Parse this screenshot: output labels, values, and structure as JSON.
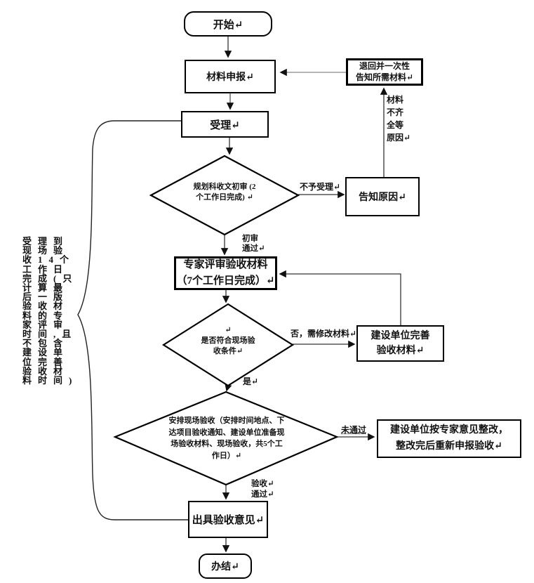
{
  "diagram": {
    "nodes": {
      "start": {
        "label": "开始↵"
      },
      "declare": {
        "label": "材料申报↵"
      },
      "return_materials": {
        "label": "退回并一次性\n告知所需材料↵"
      },
      "accept": {
        "label": "受理↵"
      },
      "initial_review": {
        "label": "规划科收文初审 (2\n个工作日完成) ↵"
      },
      "inform_reason": {
        "label": "告知原因↵"
      },
      "expert_review": {
        "label": "专家评审验收材料\n（7个工作日完成）↵"
      },
      "site_condition_check": {
        "label": "↵\n是否符合现场验\n收条件↵"
      },
      "improve_materials": {
        "label": "建设单位完善\n验收材料↵"
      },
      "site_acceptance": {
        "label": "安排现场验收（安排时间地点、下\n达项目验收通知、建设单位准备现\n场验收材料、现场验收，共5个工\n作日）↵"
      },
      "rectify": {
        "label": "建设单位按专家意见整改，\n整改完后重新申报验收↵"
      },
      "issue_opinion": {
        "label": "出具验收意见↵"
      },
      "end": {
        "label": "办结↵"
      }
    },
    "edge_labels": {
      "not_accepted": "不予受理↵",
      "incomplete_reason": "材料\n不齐\n全等\n原因↵",
      "initial_pass": "初审\n通过↵",
      "no_revise": "否，需修改材料↵",
      "yes": "是↵",
      "not_passed": "未通过",
      "acceptance_pass": "验收↵\n通过↵"
    },
    "side_note": "受理到\n现场验\n收14个\n工作日\n完成(只\n计算最\n后一版\n验收材\n料的专\n家评审\n时间,且\n不包含\n建设单\n位完善\n验收材\n料时间)",
    "colors": {
      "line": "#333333",
      "gray_line": "#888888",
      "border": "#000000",
      "background": "#ffffff",
      "text": "#111111"
    }
  }
}
